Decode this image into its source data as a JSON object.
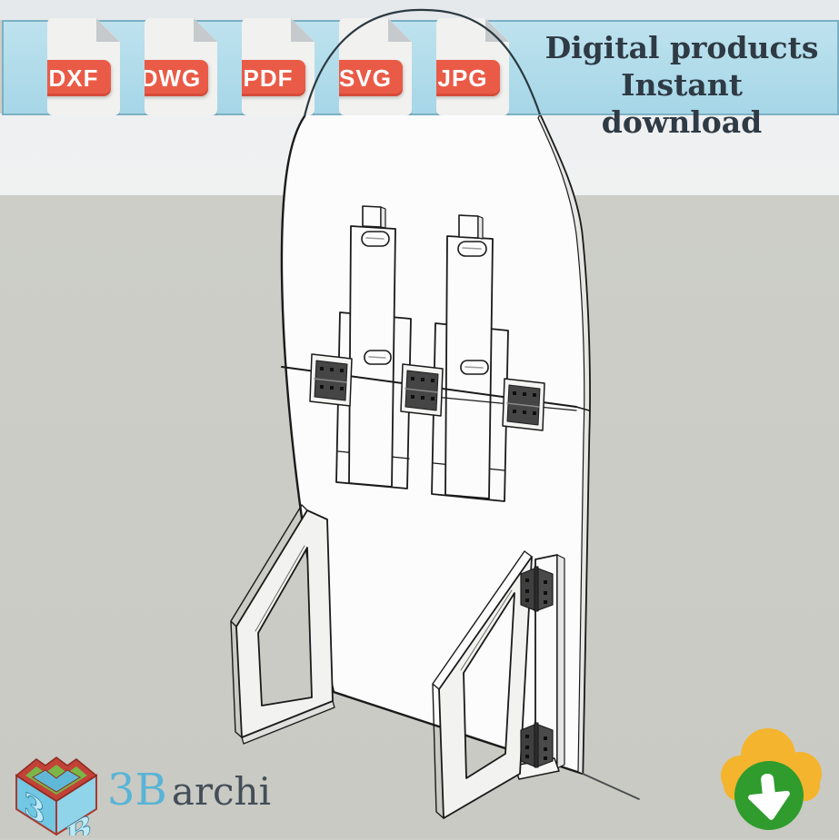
{
  "banner": {
    "formats": [
      "DXF",
      "DWG",
      "PDF",
      "SVG",
      "JPG"
    ],
    "title_line1": "Digital products",
    "title_line2": "Instant download",
    "background_color": "#a6d6e7",
    "border_color": "#7cb0c4",
    "badge_color": "#ea5b47",
    "badge_text_color": "#ffffff",
    "title_color": "#2e3a44"
  },
  "scene": {
    "description": "3D illustration of a folded plywood stand: arched panel with two slotted telescoping legs, three fold hinges across the middle, and two triangular hinged feet",
    "upper_wall_color": "#eef0f2",
    "floor_color": "#cdcec8",
    "panel_color": "#fcfcfd",
    "hinge_color": "#454545"
  },
  "logo": {
    "text_3b": "3B",
    "text_archi": "archi",
    "color_3b": "#58b4d6",
    "color_archi": "#434e58"
  },
  "download": {
    "icon": "cloud-download",
    "cloud_color": "#f4b42d",
    "button_color": "#2f9c2d",
    "arrow_color": "#ffffff"
  }
}
